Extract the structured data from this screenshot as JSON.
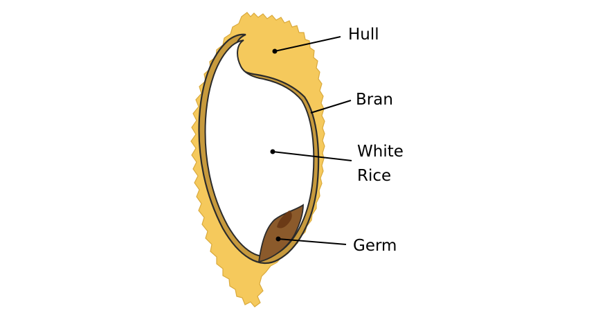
{
  "labels": {
    "hull": "Hull",
    "bran": "Bran",
    "white_rice_line1": "White",
    "white_rice_line2": "Rice",
    "germ": "Germ"
  },
  "colors": {
    "hull": "#f5c95c",
    "hull_light": "#f9d97a",
    "bran": "#c79a3d",
    "germ_dark": "#6b3a16",
    "germ_mid": "#8b5a2b",
    "outline": "#2b2b2b",
    "rice": "#ffffff"
  }
}
